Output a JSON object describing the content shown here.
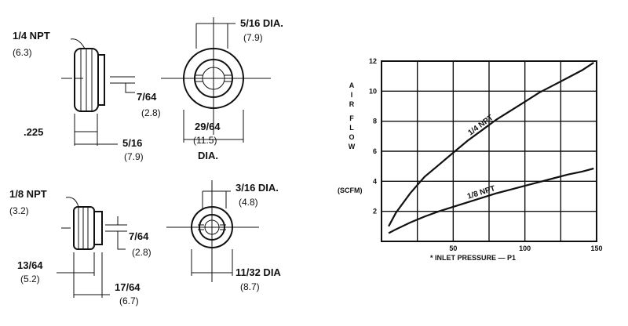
{
  "drawing": {
    "top_plug": {
      "thread_label": "1/4 NPT",
      "thread_metric": "(6.3)",
      "height_label": ".225",
      "hole_label": "7/64",
      "hole_metric": "(2.8)",
      "length_label": "5/16",
      "length_metric": "(7.9)",
      "inner_dia_label": "5/16 DIA.",
      "inner_dia_metric": "(7.9)",
      "outer_dia_label": "29/64",
      "outer_dia_metric": "(11.5)",
      "outer_dia_suffix": "DIA."
    },
    "bottom_plug": {
      "thread_label": "1/8 NPT",
      "thread_metric": "(3.2)",
      "hole_label": "7/64",
      "hole_metric": "(2.8)",
      "short_len_label": "13/64",
      "short_len_metric": "(5.2)",
      "length_label": "17/64",
      "length_metric": "(6.7)",
      "inner_dia_label": "3/16 DIA.",
      "inner_dia_metric": "(4.8)",
      "outer_dia_label": "11/32 DIA",
      "outer_dia_metric": "(8.7)"
    }
  },
  "chart_data": {
    "type": "line",
    "title": "",
    "ylabel": "AIR FLOW",
    "ylabel_unit": "(SCFM)",
    "xlabel": "* INLET PRESSURE — P1",
    "xlim": [
      0,
      150
    ],
    "ylim": [
      0,
      12
    ],
    "xticks": [
      50,
      100,
      150
    ],
    "yticks": [
      2,
      4,
      6,
      8,
      10,
      12
    ],
    "grid": true,
    "series": [
      {
        "name": "1/4 NPT",
        "x": [
          5,
          10,
          20,
          30,
          40,
          50,
          60,
          70,
          80,
          90,
          100,
          110,
          120,
          130,
          140,
          148
        ],
        "y": [
          1.0,
          1.9,
          3.2,
          4.3,
          5.1,
          5.9,
          6.7,
          7.4,
          8.1,
          8.7,
          9.3,
          9.9,
          10.4,
          10.9,
          11.4,
          11.9
        ]
      },
      {
        "name": "1/8 NPT",
        "x": [
          5,
          10,
          20,
          30,
          40,
          50,
          60,
          70,
          80,
          90,
          100,
          110,
          120,
          130,
          140,
          148
        ],
        "y": [
          0.55,
          0.8,
          1.25,
          1.65,
          2.0,
          2.3,
          2.6,
          2.9,
          3.2,
          3.45,
          3.7,
          3.95,
          4.2,
          4.45,
          4.65,
          4.85
        ]
      }
    ]
  }
}
